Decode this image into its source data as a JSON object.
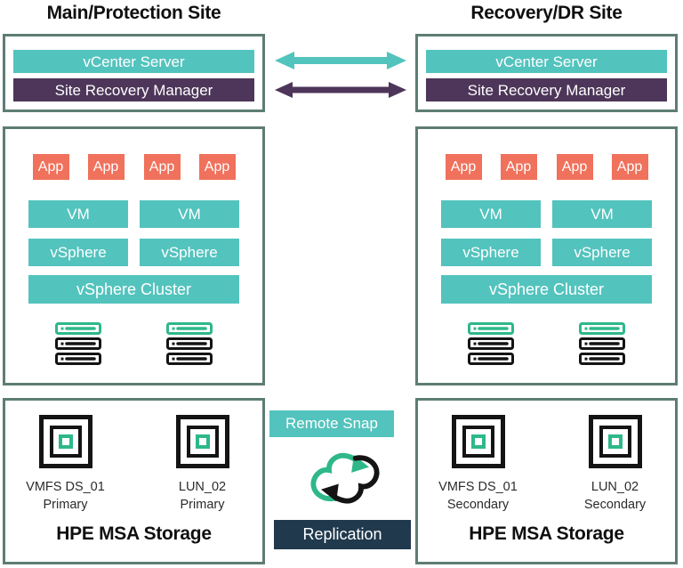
{
  "titles": {
    "main_site": "Main/Protection Site",
    "recovery_site": "Recovery/DR Site"
  },
  "colors": {
    "teal": "#53c3bd",
    "purple": "#4d3659",
    "salmon": "#f0715c",
    "green": "#2eb88a",
    "navy": "#20394d",
    "box_border": "#5e7d74",
    "black": "#141414"
  },
  "icons": {
    "vcenter_link": "bidirectional-arrow-icon",
    "srm_link": "bidirectional-arrow-icon",
    "server": "server-rack-icon",
    "storage": "storage-volume-icon",
    "replication": "sync-arrows-icon"
  },
  "main_site": {
    "vcenter": "vCenter Server",
    "srm": "Site Recovery Manager",
    "apps": [
      "App",
      "App",
      "App",
      "App"
    ],
    "vms": [
      "VM",
      "VM"
    ],
    "vspheres": [
      "vSphere",
      "vSphere"
    ],
    "cluster": "vSphere Cluster",
    "storage": {
      "title": "HPE MSA Storage",
      "items": [
        {
          "name": "VMFS DS_01",
          "role": "Primary"
        },
        {
          "name": "LUN_02",
          "role": "Primary"
        }
      ]
    }
  },
  "recovery_site": {
    "vcenter": "vCenter Server",
    "srm": "Site Recovery Manager",
    "apps": [
      "App",
      "App",
      "App",
      "App"
    ],
    "vms": [
      "VM",
      "VM"
    ],
    "vspheres": [
      "vSphere",
      "vSphere"
    ],
    "cluster": "vSphere Cluster",
    "storage": {
      "title": "HPE MSA Storage",
      "items": [
        {
          "name": "VMFS DS_01",
          "role": "Secondary"
        },
        {
          "name": "LUN_02",
          "role": "Secondary"
        }
      ]
    }
  },
  "replication": {
    "remote_snap": "Remote Snap",
    "replication": "Replication"
  }
}
